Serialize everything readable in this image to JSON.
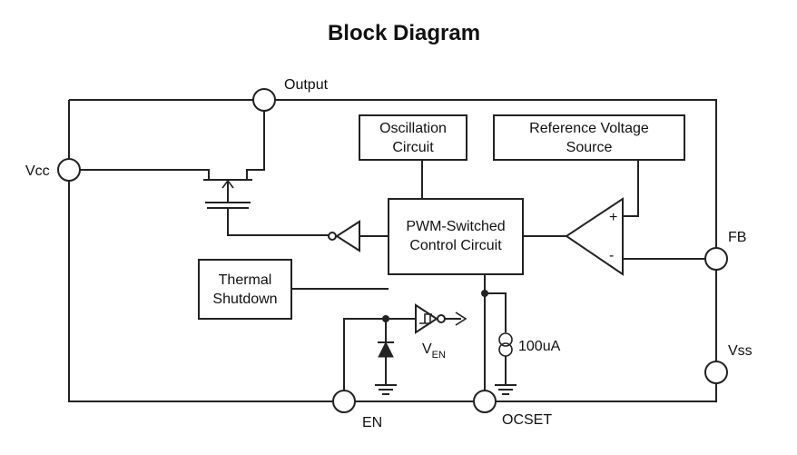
{
  "title": "Block Diagram",
  "pins": {
    "output": "Output",
    "vcc": "Vcc",
    "fb": "FB",
    "vss": "Vss",
    "en": "EN",
    "ocset": "OCSET"
  },
  "blocks": {
    "oscillation_line1": "Oscillation",
    "oscillation_line2": "Circuit",
    "reference_line1": "Reference Voltage",
    "reference_line2": "Source",
    "pwm_line1": "PWM-Switched",
    "pwm_line2": "Control Circuit",
    "thermal_line1": "Thermal",
    "thermal_line2": "Shutdown"
  },
  "comparator": {
    "plus": "+",
    "minus": "-"
  },
  "current_source": "100uA",
  "ven": {
    "main": "V",
    "sub": "EN"
  }
}
